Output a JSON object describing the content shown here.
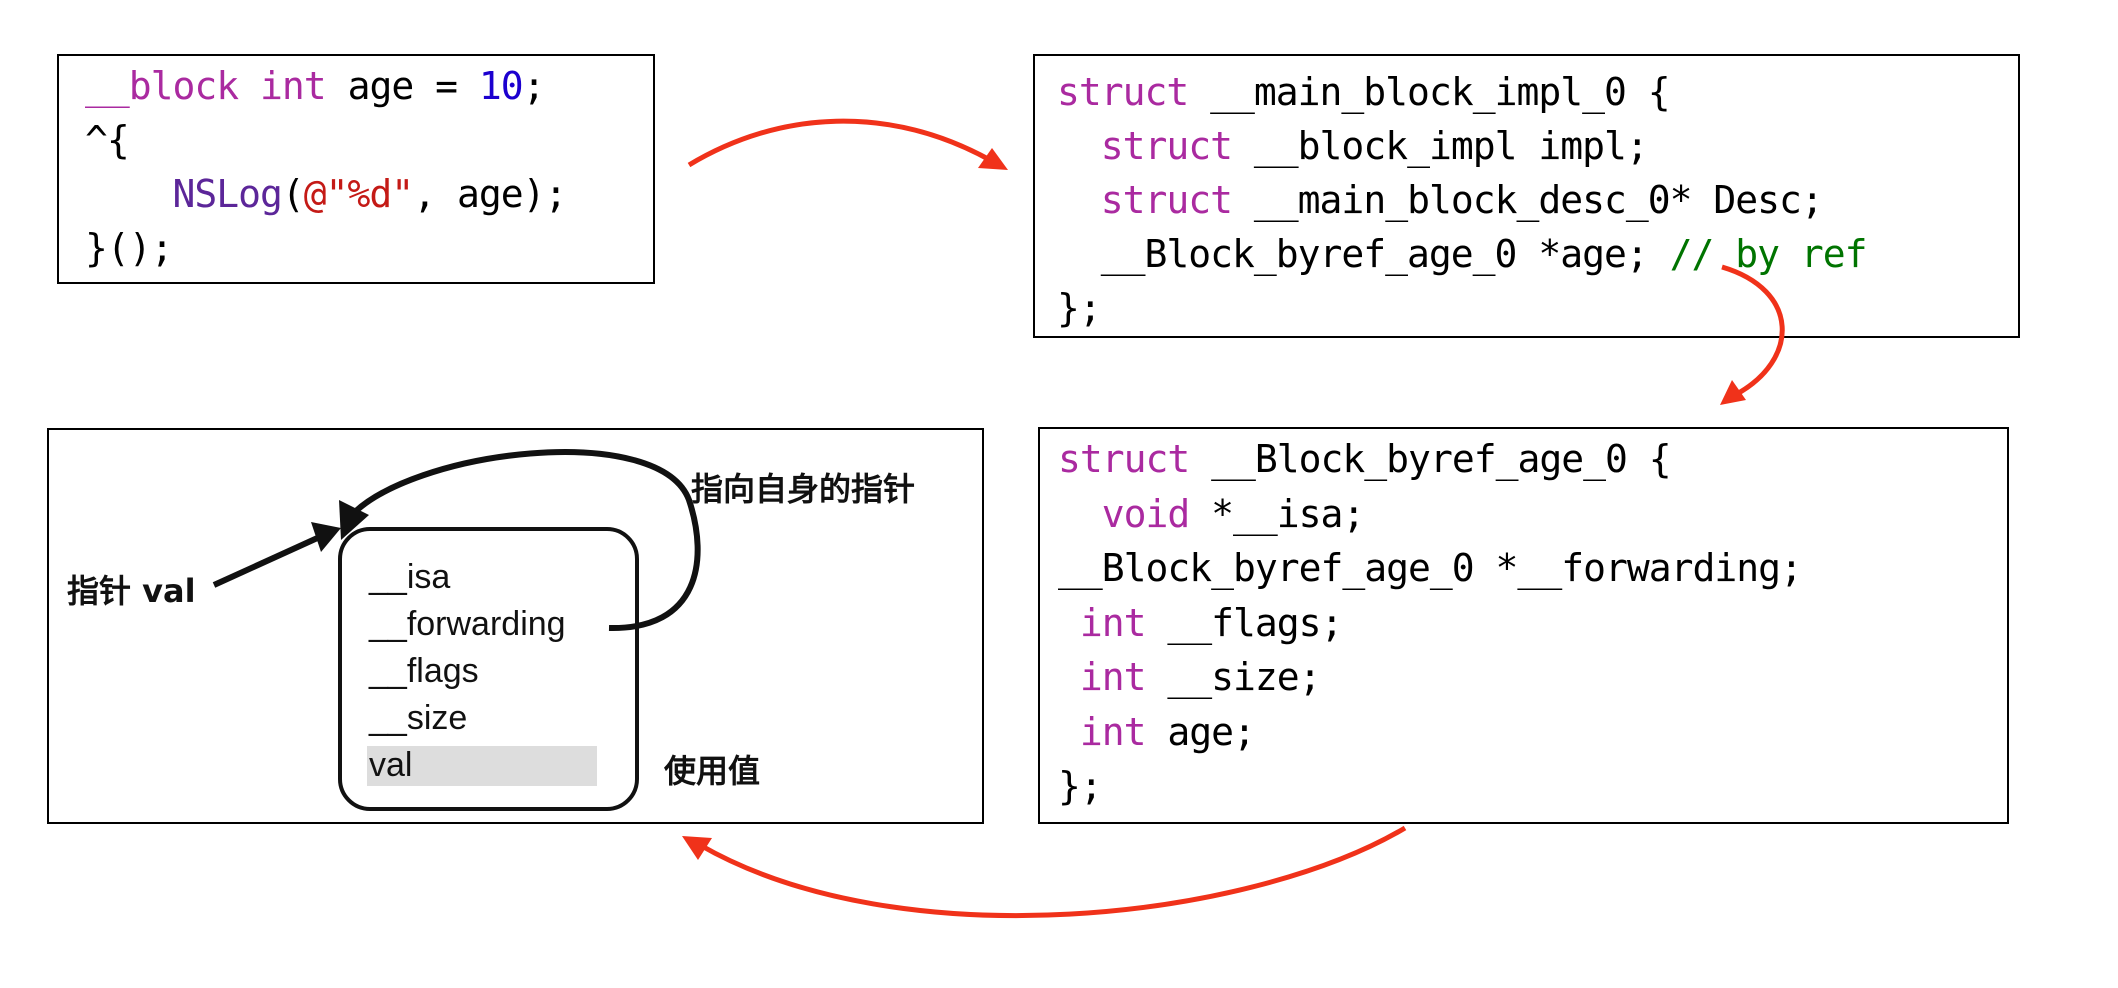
{
  "code_block_source": [
    [
      {
        "t": "__block",
        "c": "kw"
      },
      {
        "t": " "
      },
      {
        "t": "int",
        "c": "kw"
      },
      {
        "t": " age = "
      },
      {
        "t": "10",
        "c": "num"
      },
      {
        "t": ";"
      }
    ],
    [
      {
        "t": "^{"
      }
    ],
    [
      {
        "t": "    "
      },
      {
        "t": "NSLog",
        "c": "fn"
      },
      {
        "t": "("
      },
      {
        "t": "@\"%d\"",
        "c": "str"
      },
      {
        "t": ", age);"
      }
    ],
    [
      {
        "t": "}();"
      }
    ]
  ],
  "code_block_impl": [
    [
      {
        "t": "struct",
        "c": "kw"
      },
      {
        "t": " __main_block_impl_0 {"
      }
    ],
    [
      {
        "t": "  "
      },
      {
        "t": "struct",
        "c": "kw"
      },
      {
        "t": " __block_impl impl;"
      }
    ],
    [
      {
        "t": "  "
      },
      {
        "t": "struct",
        "c": "kw"
      },
      {
        "t": " __main_block_desc_0* Desc;"
      }
    ],
    [
      {
        "t": "  __Block_byref_age_0 *age; "
      },
      {
        "t": "// by ref",
        "c": "cm"
      }
    ],
    [
      {
        "t": "};"
      }
    ]
  ],
  "code_block_byref": [
    [
      {
        "t": "struct",
        "c": "kw"
      },
      {
        "t": " __Block_byref_age_0 {"
      }
    ],
    [
      {
        "t": "  "
      },
      {
        "t": "void",
        "c": "kw"
      },
      {
        "t": " *__isa;"
      }
    ],
    [
      {
        "t": "__Block_byref_age_0 *__forwarding;"
      }
    ],
    [
      {
        "t": " "
      },
      {
        "t": "int",
        "c": "kw"
      },
      {
        "t": " __flags;"
      }
    ],
    [
      {
        "t": " "
      },
      {
        "t": "int",
        "c": "kw"
      },
      {
        "t": " __size;"
      }
    ],
    [
      {
        "t": " "
      },
      {
        "t": "int",
        "c": "kw"
      },
      {
        "t": " age;"
      }
    ],
    [
      {
        "t": "};"
      }
    ]
  ],
  "memory_diagram": {
    "pointer_label": "指针 val",
    "self_pointer_label": "指向自身的指针",
    "value_label": "使用值",
    "fields": [
      "__isa",
      "__forwarding",
      "__flags",
      "__size",
      "val"
    ]
  },
  "colors": {
    "arrow": "#f0321a",
    "keyword": "#aa2aa0",
    "number": "#1c00cf",
    "string": "#c41a16",
    "function": "#5c2699",
    "comment": "#007400"
  }
}
